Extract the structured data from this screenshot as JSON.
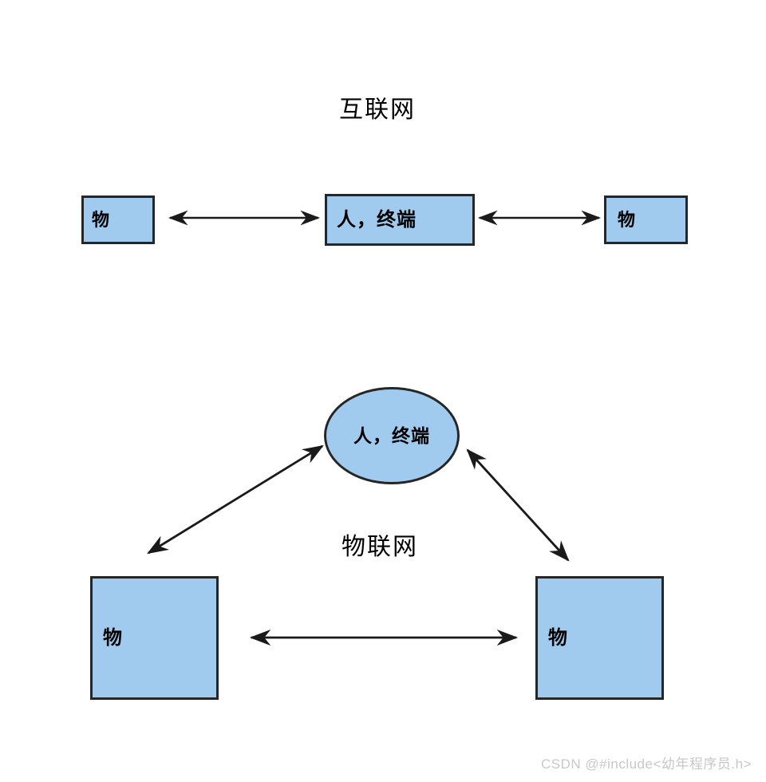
{
  "diagram": {
    "title_top": "互联网",
    "title_bottom": "物联网",
    "colors": {
      "node_fill": "#A0CBEE",
      "node_border": "#262626",
      "arrow": "#1a1a1a",
      "watermark": "#c8c8c8",
      "background": "#ffffff"
    }
  },
  "internet_section": {
    "label": "互联网",
    "nodes": [
      {
        "id": "thing-left",
        "label": "物",
        "shape": "rectangle"
      },
      {
        "id": "people",
        "label": "人，终端",
        "shape": "rectangle"
      },
      {
        "id": "thing-right",
        "label": "物",
        "shape": "rectangle"
      }
    ],
    "connections": [
      {
        "id": "thing-left-to-people",
        "from": "thing-left",
        "to": "people",
        "type": "bidirectional"
      },
      {
        "id": "people-to-thing-right",
        "from": "people",
        "to": "thing-right",
        "type": "bidirectional"
      }
    ]
  },
  "iot_section": {
    "label": "物联网",
    "nodes": [
      {
        "id": "people-terminal",
        "label": "人，终端",
        "shape": "ellipse"
      },
      {
        "id": "thing-bl",
        "label": "物",
        "shape": "square"
      },
      {
        "id": "thing-br",
        "label": "物",
        "shape": "square"
      }
    ],
    "connections": [
      {
        "id": "thing-bl-to-people",
        "from": "thing-bl",
        "to": "people-terminal",
        "type": "bidirectional"
      },
      {
        "id": "thing-br-to-people",
        "from": "thing-br",
        "to": "people-terminal",
        "type": "bidirectional"
      },
      {
        "id": "thing-bl-to-thing-br",
        "from": "thing-bl",
        "to": "thing-br",
        "type": "bidirectional"
      }
    ]
  },
  "watermark": {
    "text": "CSDN @#include<幼年程序员.h>"
  }
}
